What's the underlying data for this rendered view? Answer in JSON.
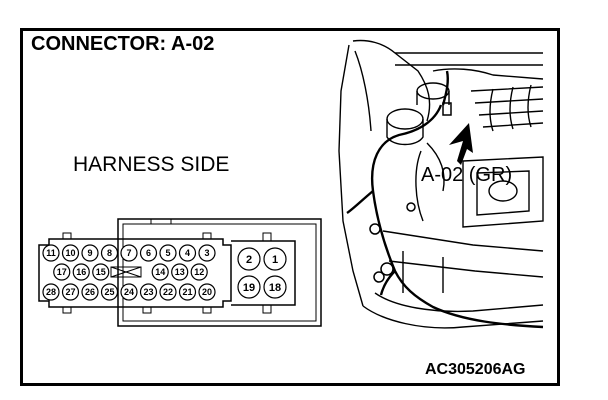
{
  "diagram": {
    "title": "CONNECTOR: A-02",
    "view_label": "HARNESS SIDE",
    "callout": "A-02 (GR)",
    "figure_id": "AC305206AG",
    "connector": {
      "row1": [
        "11",
        "10",
        "9",
        "8",
        "7",
        "6",
        "5",
        "4",
        "3"
      ],
      "row2": [
        "17",
        "16",
        "15",
        "14",
        "13",
        "12"
      ],
      "row3": [
        "28",
        "27",
        "26",
        "25",
        "24",
        "23",
        "22",
        "21",
        "20"
      ],
      "big_pins": [
        "2",
        "1",
        "19",
        "18"
      ]
    }
  }
}
